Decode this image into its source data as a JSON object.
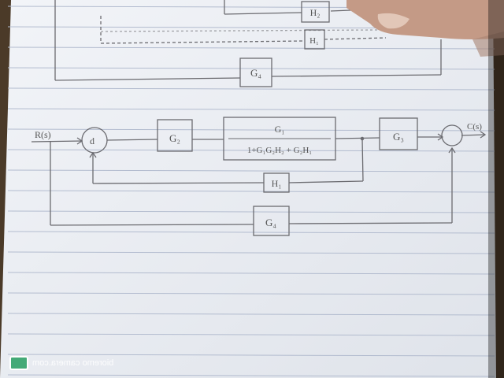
{
  "photo": {
    "subject": "hand-drawn control system block diagram on ruled notebook paper",
    "paper_color": "#e9ecf2",
    "line_color": "#aeb7cc",
    "ink_color": "#6b6b70"
  },
  "top_diagram": {
    "blocks": [
      "H₂",
      "H₁",
      "G₄"
    ]
  },
  "main_diagram": {
    "input_label": "R(s)",
    "output_label": "C(s)",
    "summing_junction_label": "d",
    "blocks": {
      "g2": "G₂",
      "g1_numerator": "G₁",
      "g1_denominator": "1+G₁G₂H₂ + G₂H₁",
      "g3": "G₃",
      "h1": "H₁",
      "g4": "G₄"
    }
  },
  "watermark": {
    "text": "bioremo camera.com",
    "icon": "camera-icon"
  }
}
